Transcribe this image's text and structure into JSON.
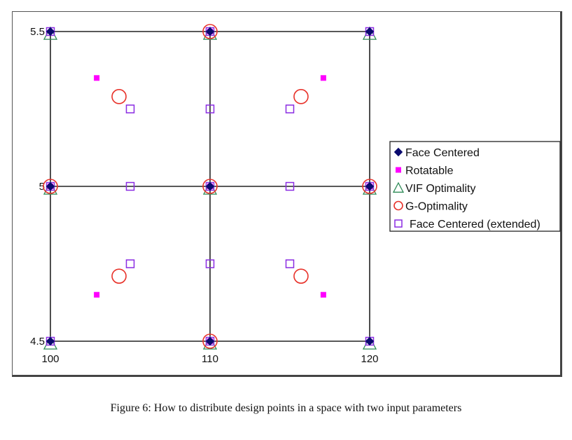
{
  "chart_data": {
    "type": "scatter",
    "title": "",
    "xlabel": "",
    "ylabel": "",
    "xlim": [
      100,
      120
    ],
    "ylim": [
      4.5,
      5.5
    ],
    "x_ticks": [
      "100",
      "110",
      "120"
    ],
    "y_ticks": [
      "5.5",
      "5",
      "4.5"
    ],
    "grid": "lines at x = 100, 110, 120 and y = 4.5, 5, 5.5",
    "legend_position": "right",
    "series": [
      {
        "name": "Face Centered",
        "marker": "diamond-filled",
        "color": "#0a0a6e",
        "points": [
          [
            100,
            5.5
          ],
          [
            110,
            5.5
          ],
          [
            120,
            5.5
          ],
          [
            100,
            5
          ],
          [
            110,
            5
          ],
          [
            120,
            5
          ],
          [
            100,
            4.5
          ],
          [
            110,
            4.5
          ],
          [
            120,
            4.5
          ]
        ]
      },
      {
        "name": "Rotatable",
        "marker": "square-filled",
        "color": "#ff00ff",
        "points": [
          [
            102.9,
            5.35
          ],
          [
            117.1,
            5.35
          ],
          [
            102.9,
            4.65
          ],
          [
            117.1,
            4.65
          ],
          [
            100,
            5
          ],
          [
            120,
            5
          ],
          [
            110,
            5
          ],
          [
            110,
            5.5
          ],
          [
            110,
            4.5
          ]
        ]
      },
      {
        "name": "VIF Optimality",
        "marker": "triangle-open",
        "color": "#2e8b57",
        "points": [
          [
            100,
            5.5
          ],
          [
            110,
            5.5
          ],
          [
            120,
            5.5
          ],
          [
            100,
            5
          ],
          [
            110,
            5
          ],
          [
            120,
            5
          ],
          [
            100,
            4.5
          ],
          [
            110,
            4.5
          ],
          [
            120,
            4.5
          ]
        ]
      },
      {
        "name": "G-Optimality",
        "marker": "circle-open",
        "color": "#e8322a",
        "points": [
          [
            104.3,
            5.29
          ],
          [
            115.7,
            5.29
          ],
          [
            104.3,
            4.71
          ],
          [
            115.7,
            4.71
          ],
          [
            100,
            5
          ],
          [
            110,
            5
          ],
          [
            120,
            5
          ],
          [
            110,
            5.5
          ],
          [
            110,
            4.5
          ]
        ]
      },
      {
        "name": "Face Centered (extended)",
        "marker": "square-open",
        "color": "#8a2be2",
        "points": [
          [
            100,
            5.5
          ],
          [
            110,
            5.5
          ],
          [
            120,
            5.5
          ],
          [
            100,
            5
          ],
          [
            105,
            5
          ],
          [
            110,
            5
          ],
          [
            115,
            5
          ],
          [
            120,
            5
          ],
          [
            100,
            4.5
          ],
          [
            110,
            4.5
          ],
          [
            120,
            4.5
          ],
          [
            105,
            5.25
          ],
          [
            110,
            5.25
          ],
          [
            115,
            5.25
          ],
          [
            105,
            4.75
          ],
          [
            110,
            4.75
          ],
          [
            115,
            4.75
          ]
        ]
      }
    ]
  },
  "caption": "Figure 6: How to distribute design points in a space with two input parameters"
}
